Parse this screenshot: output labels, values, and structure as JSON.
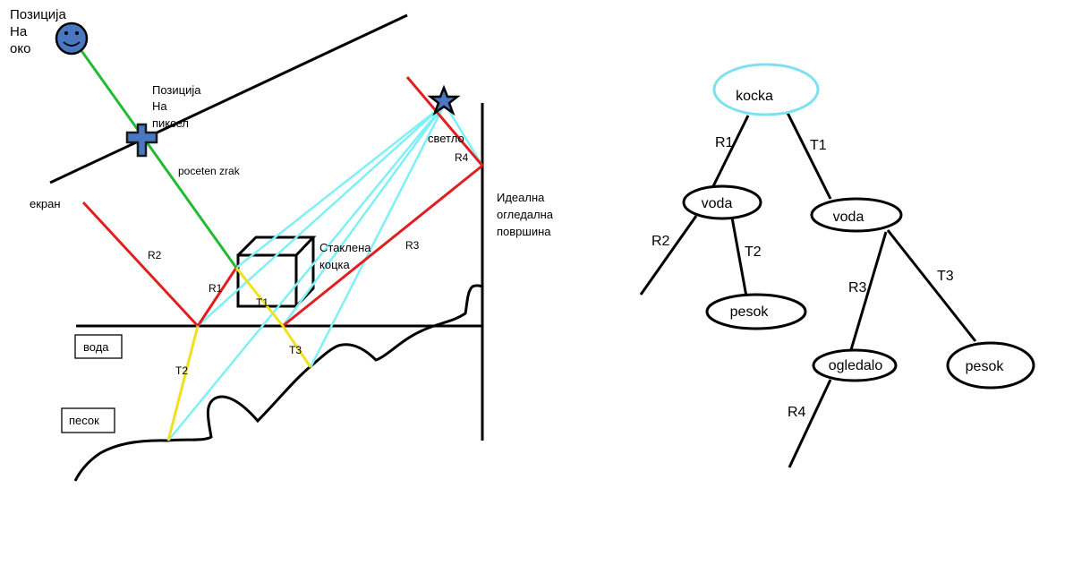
{
  "scene": {
    "eye_label": [
      "Позиција",
      "На",
      "око"
    ],
    "pixel_label": [
      "Позиција",
      "На",
      "пиксел"
    ],
    "initial_ray": "poceten zrak",
    "screen": "екран",
    "light": "светло",
    "cube_label": [
      "Стаклена",
      "коцка"
    ],
    "mirror_label": [
      "Идеална",
      "огледална",
      "површина"
    ],
    "water_box": "вода",
    "sand_box": "песок",
    "rays": {
      "r1": "R1",
      "r2": "R2",
      "r3": "R3",
      "r4": "R4",
      "t1": "T1",
      "t2": "T2",
      "t3": "T3"
    }
  },
  "tree": {
    "root": "kocka",
    "water_left": "voda",
    "water_right": "voda",
    "sand_left": "pesok",
    "mirror": "ogledalo",
    "sand_right": "pesok",
    "edges": {
      "r1": "R1",
      "t1": "T1",
      "r2": "R2",
      "t2": "T2",
      "r3": "R3",
      "t3": "T3",
      "r4": "R4"
    }
  },
  "colors": {
    "eye_ray": "#22bb33",
    "reflection": "#e02020",
    "transmission": "#f0e020",
    "shadow_ray": "#7ff0f5",
    "face_fill": "#4a78c0",
    "pixel_fill": "#4a78c0",
    "root_outline": "#7fe0f0"
  }
}
